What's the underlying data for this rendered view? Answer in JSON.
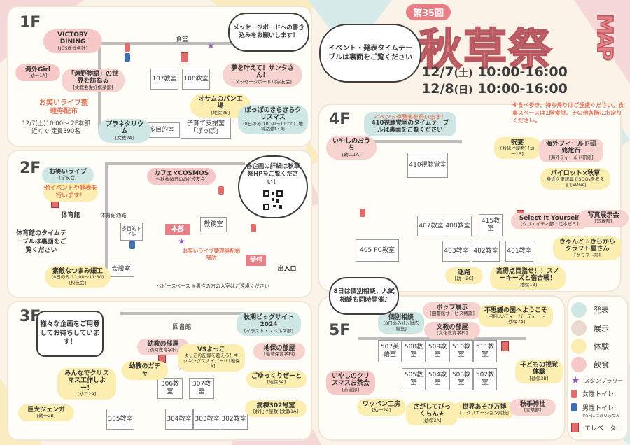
{
  "title": {
    "edition": "第35回",
    "name": "秋草祭",
    "map_word": "MAP",
    "dates": [
      {
        "date": "12/7",
        "day": "(土)",
        "time": "10:00-16:00"
      },
      {
        "date": "12/8",
        "day": "(日)",
        "time": "10:00-16:00"
      }
    ],
    "notice": "※食べ歩き、持ち帰りはご遠慮ください。食事スペースは1階食堂、その他各階にお戻りください。",
    "timetable_bubble": "イベント・発表タイムテーブルは裏面をご覧ください"
  },
  "floors": {
    "f1": {
      "label": "1F",
      "rooms": {
        "shokudo": "食堂",
        "r107": "107教室",
        "r108": "108教室",
        "tamokuteki": "多目的室",
        "kosodate": "子育て支援室「ぽっぽ」"
      },
      "tags": {
        "victory": {
          "main": "VICTORY DINING",
          "sub": "[JGS株式会社]"
        },
        "kaigai": {
          "main": "海外Girl",
          "sub": "[幼一1A]"
        },
        "tono": {
          "main": "「遠野物語」の世界を訪ねる",
          "sub": "[文教会愛好倶楽部]"
        },
        "yume": {
          "main": "夢を叶えて！サンタさん！",
          "sub": "(メッセージボード) [学友会]"
        },
        "osamu": {
          "main": "オサムのパン工場",
          "sub": "[地保2B]"
        },
        "poppo": {
          "main": "ぽっぽのきらきらクリスマス",
          "sub": "(8日のみ 10:30〜11:00) [地域活動Ⅰ・Ⅱ]"
        },
        "plane": {
          "main": "プラネタリウム",
          "sub": "[文教2A]"
        }
      },
      "message_bubble": "メッセージボードへの書き込みをお願いします！",
      "owarai_title": "お笑いライブ整理券配布",
      "owarai_info": "12/7(土)10:00〜 2F本部近くで 定員390名"
    },
    "f2": {
      "label": "2F",
      "rooms": {
        "taiikukan": "体育館",
        "tairyoku": "体育館通路",
        "tamoku_toilet": "多目的トイレ",
        "kyomu": "教務室",
        "honbu": "本部",
        "kaigi": "会議室",
        "uketsuke": "受付",
        "deiriguchi": "出入口"
      },
      "tags": {
        "owarai": {
          "main": "お笑いライブ",
          "sub": "[学友会]"
        },
        "cafe": {
          "main": "カフェ×COSMOS",
          "sub": "〜秋桜(8日のみ)[校友会]"
        },
        "natsume": {
          "main": "素敵なつまみ細工",
          "sub": "(8日のみ 11:00〜11:30) [校友会]"
        },
        "seiriken": {
          "main": "お笑いライブ整理券配布場所"
        }
      },
      "left_bubble1": "他イベントや発表を行います！",
      "left_bubble2": "体育館のタイムテーブルは裏面をご覧ください",
      "qr_bubble": "各企画の詳細は秋草祭HPをご覧ください！",
      "baby_note": "ベビースペース ※男性の方の入室はご遠慮ください"
    },
    "f3": {
      "label": "3F",
      "rooms": {
        "toshokan": "図書館",
        "r306": "306教室",
        "r307": "307教室",
        "r305": "305教室",
        "r304": "304教室",
        "r303": "303教室",
        "r302": "302教室"
      },
      "tags": {
        "akikusa_big": {
          "main": "秋期ビッグサイト2024",
          "sub": "[イラスト・ノベルズ部]"
        },
        "yochien": {
          "main": "幼教の部屋",
          "sub": "[幼児教育学科]"
        },
        "vs": {
          "main": "VSよっこ",
          "sub": "よっこの記録を超えろ！キッキングスナイパー!! [地保1A]"
        },
        "chiho": {
          "main": "地保の部屋",
          "sub": "[地域保育学科]"
        },
        "gacha": {
          "main": "幼教のガチャ"
        },
        "gojukkuri": {
          "main": "ごゆっくりぜーと",
          "sub": "[地保3A]"
        },
        "christmas": {
          "main": "みんなでクリスマス工作しよー！",
          "sub": "[幼二2A]"
        },
        "jenga": {
          "main": "巨大ジェンガ",
          "sub": "[幼一2B]"
        },
        "byoto": {
          "main": "病棟302号室",
          "sub": "[お化け屋敷][文教1A]"
        }
      },
      "bubble": "様々な企画をご用意してお待ちしています！"
    },
    "f4": {
      "label": "4F",
      "rooms": {
        "r410": "410視聴覚室",
        "r407": "407教室",
        "r408": "408教室",
        "r415": "415教室",
        "r405": "405 PC教室",
        "r403": "403教室",
        "r402": "402教室",
        "r401": "401教室"
      },
      "tags": {
        "timetable": {
          "main": "410視聴覚室のタイムテーブルは裏面をご覧ください",
          "sub": "イベントや発表を行います！"
        },
        "iyashi": {
          "main": "いやしのおうち",
          "sub": "[幼二1A]"
        },
        "jusou": {
          "main": "呪宴",
          "sub": "(お化け屋敷) [幼一1B]"
        },
        "kaigai": {
          "main": "海外フィールド研修旅行",
          "sub": "[海外フィールド研修]"
        },
        "pilot": {
          "main": "パイロット×秋草",
          "sub": "身近な筆記具でSDGsを考える [SDGs]"
        },
        "select": {
          "main": "Select It Yourself",
          "sub": "[クリエイティ部・江本ゼミ]"
        },
        "photo": {
          "main": "写真展示会",
          "sub": "[写真部]"
        },
        "craft": {
          "main": "きゃんと☆きらからクラフト屋さん",
          "sub": "[クラフト部]"
        },
        "meiro": {
          "main": "迷路",
          "sub": "[幼一2C]"
        },
        "kousoku": {
          "main": "高得点目指せ！！スノーキーズと宿合戦！",
          "sub": "[地保1B]"
        }
      }
    },
    "f5": {
      "label": "5F",
      "rooms": {
        "r507": "507英語室",
        "r508": "508教室",
        "r509": "509教室",
        "r510": "510教室",
        "r511": "511教室",
        "r505": "505教室",
        "r504": "504教室",
        "r503": "503教室",
        "r502": "502教室"
      },
      "tags": {
        "kobetsu": {
          "main": "個別相談",
          "sub": "(8日のみ)[入試広報室]"
        },
        "pop": {
          "main": "ポップ展示",
          "sub": "[図書館サービス特論]"
        },
        "bunkyo": {
          "main": "文教の部屋",
          "sub": "[文化教育学科]"
        },
        "fushigi": {
          "main": "不思議の国へようこそ",
          "sub": "〜楽しいティーパーティー〜 [幼保2A]"
        },
        "kodomo": {
          "main": "子どもの視覚体験",
          "sub": "[幼保3B]"
        },
        "iyashi_xmas": {
          "main": "いやしのクリスマスお茶会",
          "sub": "[茶道部]"
        },
        "wappen": {
          "main": "ワッペン工房",
          "sub": "[幼一2A]"
        },
        "sagashite": {
          "main": "さがしてびっくらん★",
          "sub": "[幼保3A]"
        },
        "sekai": {
          "main": "世界あそび万博",
          "sub": "[レクリエーション実技]"
        },
        "aki_jinja": {
          "main": "秋季神社",
          "sub": "[言茶部]"
        }
      },
      "bubble": "8日は個別相談、入試相談も同時開催♪"
    }
  },
  "legend": [
    {
      "label": "発表",
      "color": "#cfe7e4"
    },
    {
      "label": "展示",
      "color": "#ead9cf"
    },
    {
      "label": "体験",
      "color": "#fbeeb0"
    },
    {
      "label": "飲食",
      "color": "#f7c8c8"
    },
    {
      "label": "スタンプラリー",
      "icon": "star-icon"
    },
    {
      "label": "女性トイレ",
      "icon": "female-toilet-icon"
    },
    {
      "label": "男性トイレ",
      "sub": "※5Fにはありません",
      "icon": "male-toilet-icon"
    },
    {
      "label": "エレベーター",
      "icon": "elevator-icon"
    }
  ],
  "colors": {
    "title_pink": "#e87f86",
    "accent_orange": "#e07a5f",
    "star": "#8e5bb5"
  }
}
